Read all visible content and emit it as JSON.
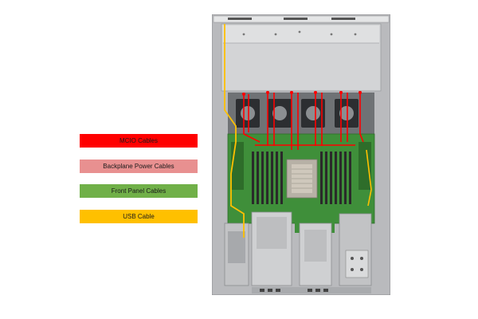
{
  "legend": {
    "items": [
      {
        "label": "MCIO Cables",
        "color": "#ff0000"
      },
      {
        "label": "Backplane Power Cables",
        "color": "#e89090"
      },
      {
        "label": "Front Panel Cables",
        "color": "#70b048"
      },
      {
        "label": "USB Cable",
        "color": "#ffc000"
      }
    ]
  },
  "colors": {
    "chassis": "#c8c9cb",
    "chassis_dark": "#9fa1a4",
    "motherboard": "#3f8f3a",
    "mcio": "#ff0000",
    "usb": "#ffc000"
  },
  "icons": [
    "cpu-heatsink-icon",
    "fan-icon",
    "dimm-slot-icon"
  ]
}
